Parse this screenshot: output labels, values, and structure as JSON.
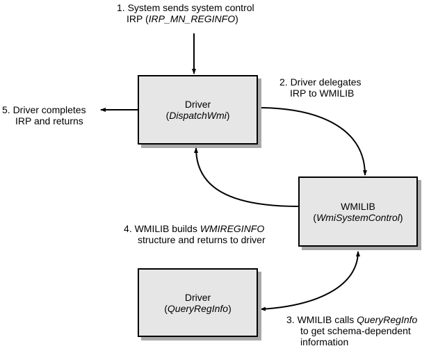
{
  "boxes": {
    "driver_dispatch": {
      "title": "Driver",
      "subtitle": "DispatchWmi"
    },
    "wmilib": {
      "title": "WMILIB",
      "subtitle": "WmiSystemControl"
    },
    "driver_query": {
      "title": "Driver",
      "subtitle": "QueryRegInfo"
    }
  },
  "steps": {
    "step1": {
      "line1": "1. System sends system control",
      "line2_prefix": "IRP (",
      "line2_italic": "IRP_MN_REGINFO",
      "line2_suffix": ")"
    },
    "step2": {
      "line1": "2. Driver delegates",
      "line2": "IRP to WMILIB"
    },
    "step3": {
      "line1_prefix": "3. WMILIB calls ",
      "line1_italic": "QueryRegInfo",
      "line2": "to get schema-dependent",
      "line3": "information"
    },
    "step4": {
      "line1_prefix": "4. WMILIB builds ",
      "line1_italic": "WMIREGINFO",
      "line2": "structure and returns to driver"
    },
    "step5": {
      "line1": "5. Driver completes",
      "line2": "IRP and returns"
    }
  },
  "colors": {
    "box_fill": "#e6e6e6",
    "shadow": "#a8a8a8",
    "stroke": "#000000"
  }
}
